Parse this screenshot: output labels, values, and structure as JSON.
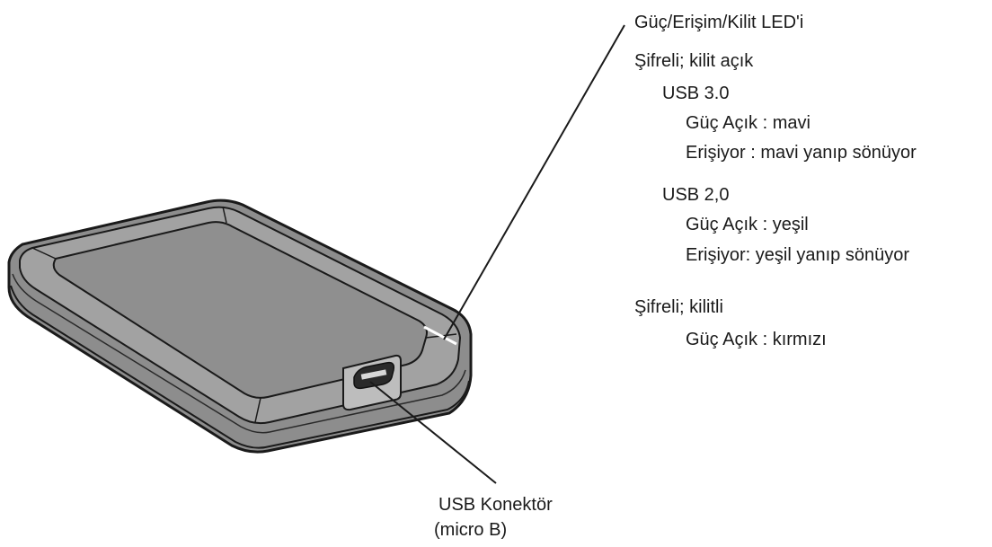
{
  "led_callout": {
    "title": "Güç/Erişim/Kilit LED'i",
    "unlocked": {
      "heading": "Şifreli; kilit açık",
      "usb30": {
        "label": "USB 3.0",
        "power_on": "Güç Açık : mavi",
        "accessing": "Erişiyor : mavi yanıp sönüyor"
      },
      "usb20": {
        "label": "USB 2,0",
        "power_on": "Güç Açık : yeşil",
        "accessing": "Erişiyor: yeşil yanıp sönüyor"
      }
    },
    "locked": {
      "heading": "Şifreli; kilitli",
      "power_on": "Güç Açık : kırmızı"
    }
  },
  "connector_callout": {
    "line1": "USB Konektör",
    "line2": "(micro B)"
  }
}
